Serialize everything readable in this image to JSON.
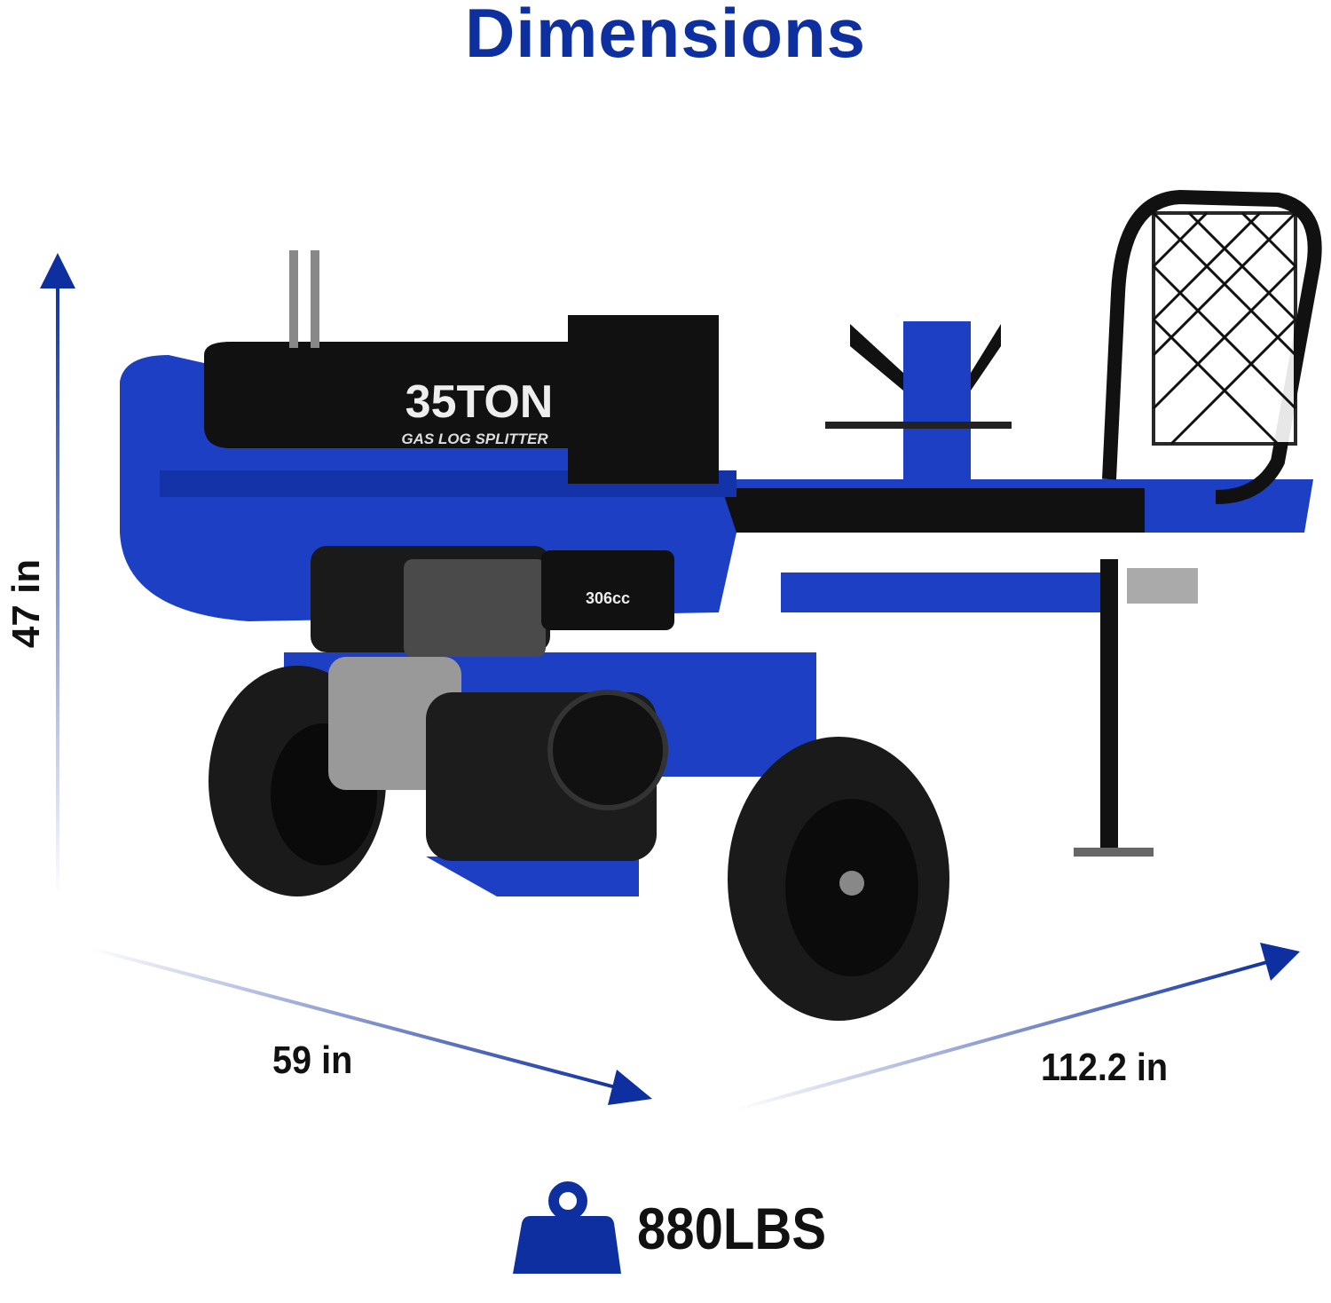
{
  "title": "Dimensions",
  "dimensions": {
    "height": "47 in",
    "width": "59 in",
    "length": "112.2 in"
  },
  "weight": {
    "value": "880LBS",
    "icon": "weight-icon"
  },
  "product": {
    "badge": "35TON",
    "subtitle": "GAS LOG SPLITTER",
    "engine_label": "306cc"
  },
  "colors": {
    "brand_blue": "#0d2fa0",
    "machine_blue": "#1c3fc4",
    "text": "#111111"
  }
}
